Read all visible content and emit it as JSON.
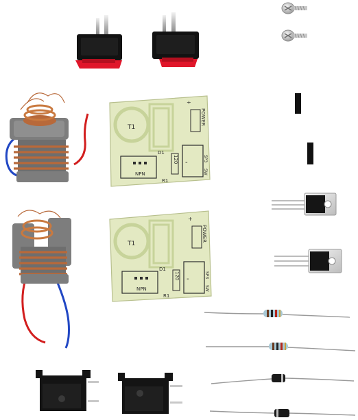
{
  "pcb": {
    "t1": "T1",
    "d1": "D1",
    "r1": "R1",
    "npn": "NPN",
    "power": "POWER",
    "resistor_value": "120",
    "switch_label": "SW",
    "sp": "SP3",
    "plus": "+",
    "minus": "-"
  },
  "colors": {
    "pcb": "#e3e9c2",
    "pcb_trace": "#c7d39a",
    "copper": "#b8693a",
    "ferrite": "#7d7d7d",
    "switch_body": "#121212",
    "rocker": "#e0162a",
    "heatsink": "#141414",
    "wire_red": "#d21e1e",
    "wire_blue": "#2147c4"
  }
}
